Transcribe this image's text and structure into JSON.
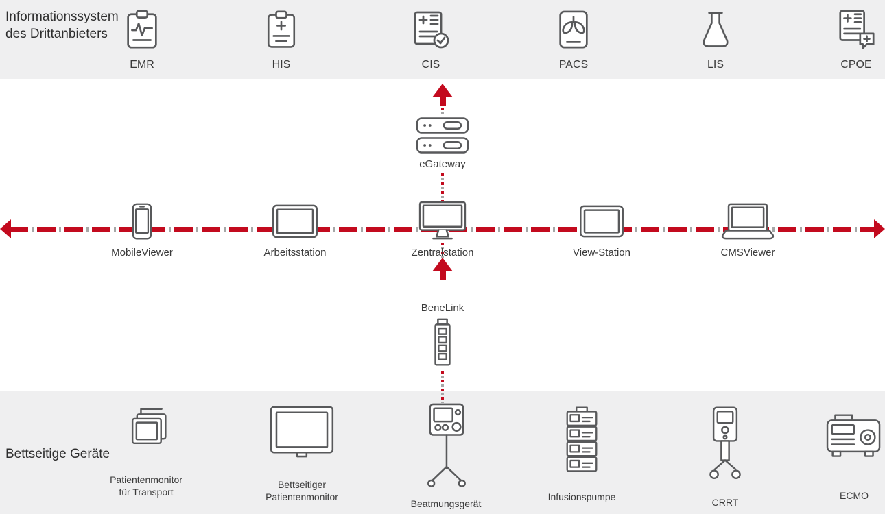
{
  "colors": {
    "accent": "#c30a1e",
    "icon": "#58595b",
    "band": "#efeff0",
    "text": "#3a3a3a"
  },
  "top_band": {
    "title": "Informationssystem\ndes Drittanbieters",
    "systems": [
      {
        "label": "EMR"
      },
      {
        "label": "HIS"
      },
      {
        "label": "CIS"
      },
      {
        "label": "PACS"
      },
      {
        "label": "LIS"
      },
      {
        "label": "CPOE"
      }
    ]
  },
  "network": {
    "gateway_label": "eGateway",
    "benelink_label": "BeneLink",
    "stations": [
      {
        "label": "MobileViewer"
      },
      {
        "label": "Arbeitsstation"
      },
      {
        "label": "Zentralstation"
      },
      {
        "label": "View-Station"
      },
      {
        "label": "CMSViewer"
      }
    ]
  },
  "bottom_band": {
    "title": "Bettseitige Geräte",
    "devices": [
      {
        "label": "Patientenmonitor\nfür Transport"
      },
      {
        "label": "Bettseitiger\nPatientenmonitor"
      },
      {
        "label": "Beatmungsgerät"
      },
      {
        "label": "Infusionspumpe"
      },
      {
        "label": "CRRT"
      },
      {
        "label": "ECMO"
      }
    ]
  }
}
